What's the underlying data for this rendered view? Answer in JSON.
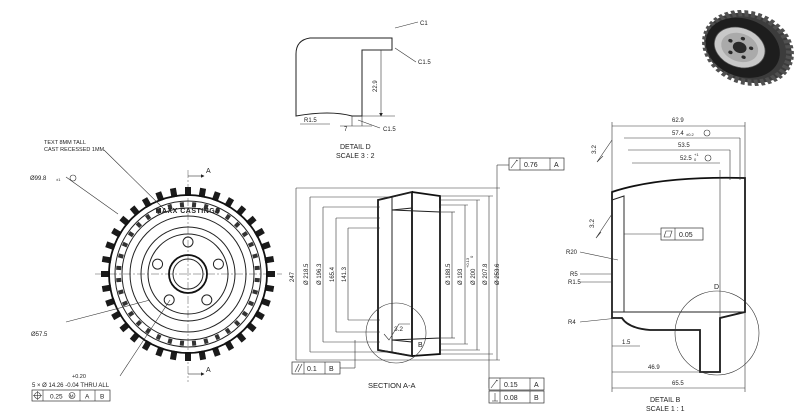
{
  "detail_d": {
    "title": "DETAIL D",
    "scale": "SCALE 3 : 2",
    "chamfer_top": "C1",
    "chamfer_mid": "C1.5",
    "chamfer_bottom": "C1.5",
    "height_dim": "22.9",
    "width_dim": "7",
    "radius": "R1.5"
  },
  "front_view": {
    "text_note_1": "TEXT 8MM TALL",
    "text_note_2": "CAST RECESSED 1MM",
    "cast_text": "MAXX CASTINGS",
    "diameter_top": "Ø99.8",
    "diameter_top_tol": "±1",
    "diameter_left": "Ø57.5",
    "holes_tol": "+0.20",
    "holes": "5 × Ø 14.26 -0.04 THRU ALL",
    "pos_tol": "0.25",
    "pos_mod": "M",
    "datum_a": "A",
    "datum_b": "B",
    "section_label": "A"
  },
  "section_view": {
    "title": "SECTION A-A",
    "runout_top": "0.76",
    "runout_top_datum": "A",
    "parallel_value": "0.1",
    "parallel_datum": "B",
    "runout_bottom": "0.15",
    "runout_bottom_datum": "A",
    "perp_value": "0.08",
    "perp_datum": "B",
    "surface_finish": "3.2",
    "detail_label": "B",
    "dims_left": [
      "247",
      "Ø 218.5",
      "Ø 196.3",
      "165.4",
      "141.3"
    ],
    "dims_right": [
      "Ø 188.5",
      "Ø 193",
      "Ø 200",
      "Ø 207.8",
      "Ø 253.6"
    ],
    "tol_plus": "+0.13",
    "tol_zero": "0"
  },
  "detail_b": {
    "title": "DETAIL B",
    "scale": "SCALE 1 : 1",
    "dims_top": [
      "62.9",
      "57.4",
      "53.5",
      "52.5"
    ],
    "tol_574": "±0.2",
    "tol_525_plus": "+1",
    "tol_525_zero": "0",
    "surface_finish_1": "3.2",
    "surface_finish_2": "3.2",
    "flatness": "0.05",
    "r20": "R20",
    "r5": "R5",
    "r1": "R1.5",
    "r4": "R4",
    "dim_1_5": "1.5",
    "dim_46_9": "46.9",
    "dim_65_5": "65.5",
    "detail_label": "D"
  }
}
